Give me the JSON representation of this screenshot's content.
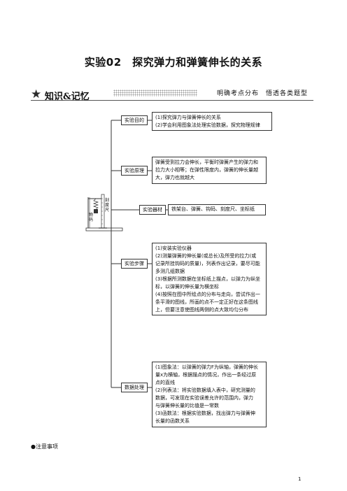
{
  "title": "实验02　探究弹力和弹簧伸长的关系",
  "banner": {
    "label": "知识&记忆",
    "slogan": "明确考点分布　悟透各类题型",
    "icon": "star-icon"
  },
  "apparatus": {
    "ruler_label": "刻度尺",
    "object_label": "物码"
  },
  "branches": [
    {
      "label": "实验目的",
      "lines": [
        "(1)探究弹力与弹簧伸长的关系",
        "(2)学会利用图象法处理实验数据，探究物理规律"
      ]
    },
    {
      "label": "实验原理",
      "lines": [
        "弹簧受到拉力会伸长，平衡时弹簧产生的弹力和",
        "拉力大小相等；在弹性限度内，弹簧的伸长量越",
        "大，弹力也就越大"
      ]
    },
    {
      "label": "实验器材",
      "lines": [
        "铁架台、弹簧、钩码、刻度尺、坐标纸"
      ]
    },
    {
      "label": "实验步骤",
      "lines": [
        "(1)安装实验仪器",
        "(2)测量弹簧的伸长量(或总长)及所受的拉力(或",
        "记录所挂钩码的质量)，列表作出记录，要尽可能",
        "多测几组数据",
        "(3)根据所测数据在坐标纸上描点，以弹力为纵坐",
        "标，以弹簧的伸长量为横坐标",
        "(4)按照在图中所绘点的分布与走向，尝试作出一",
        "条平滑的图线，所画的点不一定正好在这条图线",
        "上，但要注意使图线两侧的点大致均匀分布"
      ]
    },
    {
      "label": "数据处理",
      "lines": [
        "(1)图象法：以弹簧的弹力F为纵轴，弹簧的伸长",
        "量x为横轴，根据描点的情况，作出一条经过原",
        "点的直线",
        "(2)列表法：将实验数据填入表中，研究测量的",
        "数据，可发现在实验误差允许的范围内，弹力",
        "与弹簧伸长量的比值是一常数",
        "(3)函数法：根据实验数据，找出弹力与弹簧伸",
        "长量的函数关系"
      ]
    }
  ],
  "notes": "●注意事项",
  "page_number": "1"
}
